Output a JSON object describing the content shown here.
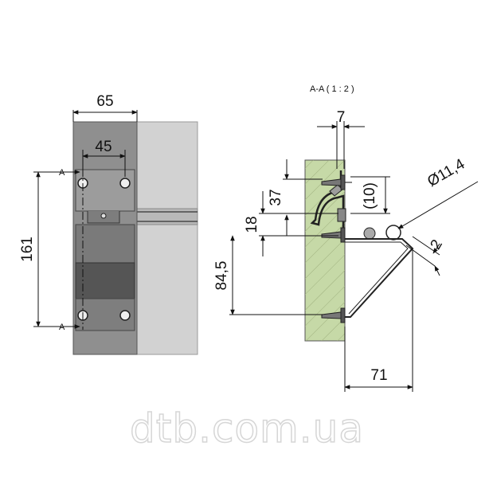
{
  "front_view": {
    "dim_width_overall": "65",
    "dim_width_inner": "45",
    "dim_height": "161",
    "section_marker_top": "A",
    "section_marker_bottom": "A"
  },
  "section_view": {
    "title": "A-A ( 1 : 2 )",
    "dim_7": "7",
    "dim_37": "37",
    "dim_10": "(10)",
    "dim_18": "18",
    "dim_diameter": "Ø11,4",
    "dim_2": "2",
    "dim_84_5": "84,5",
    "dim_71": "71"
  },
  "watermark": "dtb.com.ua",
  "colors": {
    "wall": "#c9c9c9",
    "bracket": "#7a7a7a",
    "wood": "#c6d9a7",
    "rail": "#b4b4b4"
  }
}
